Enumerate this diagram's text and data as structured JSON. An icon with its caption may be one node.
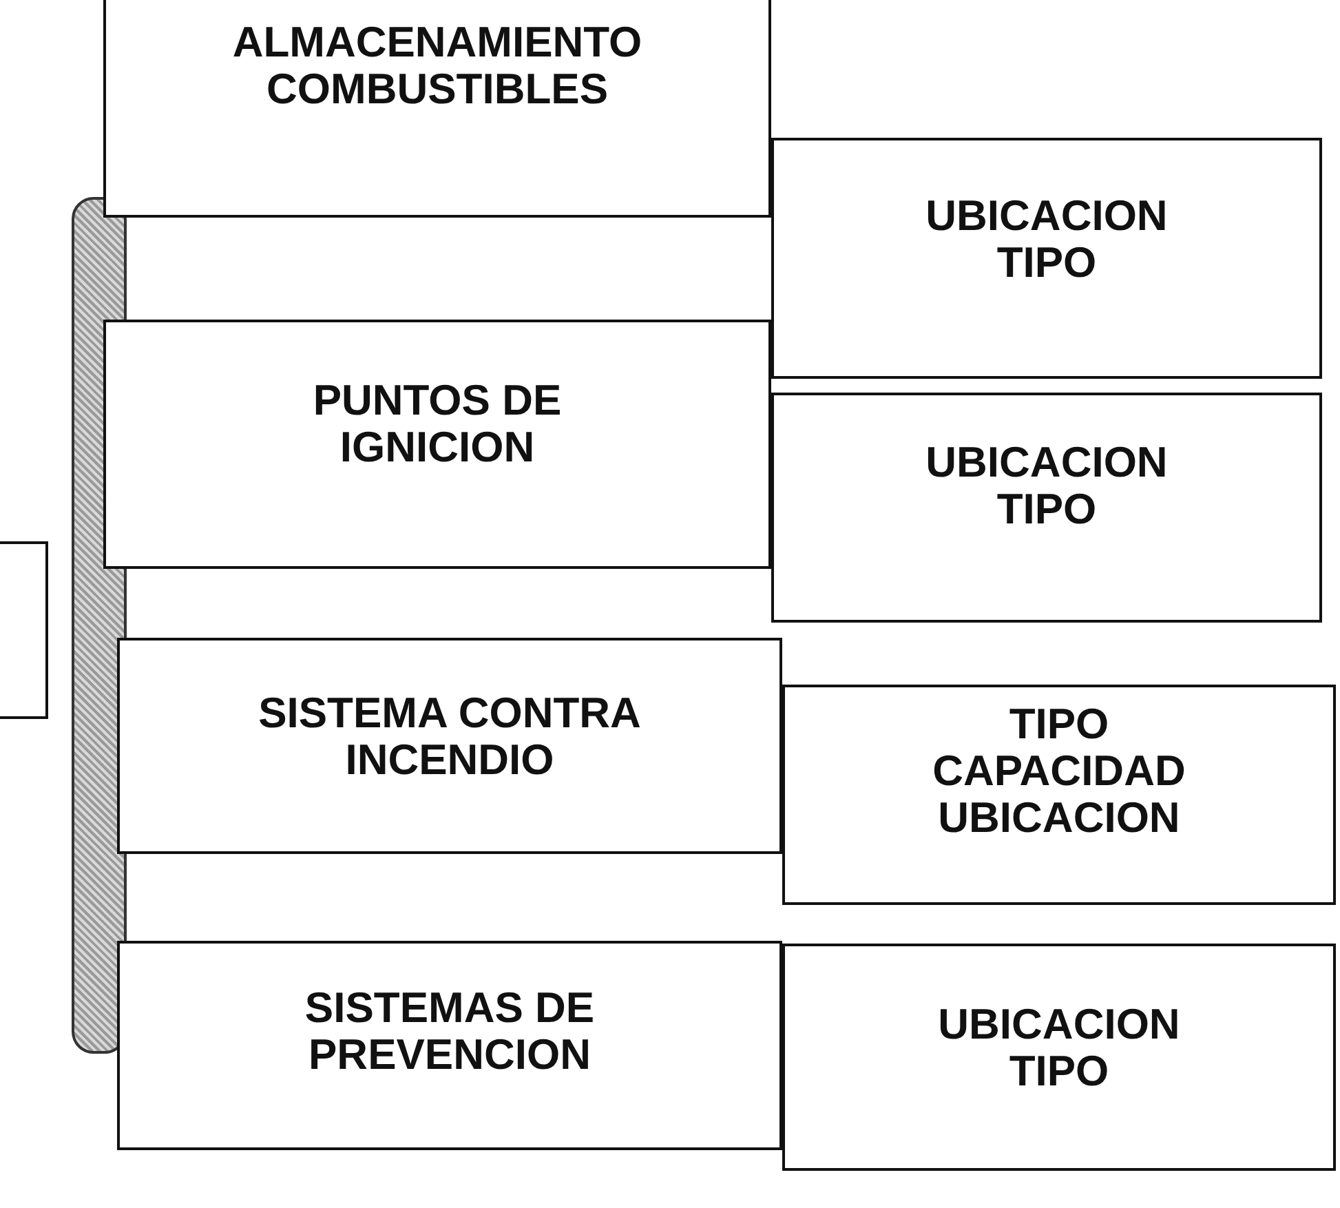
{
  "diagram": {
    "nodes": [
      {
        "text": [
          "ALMACENAMIENTO COMBUSTIBLES"
        ]
      },
      {
        "text": [
          "UBICACION TIPO"
        ]
      },
      {
        "text": [
          "PUNTOS DE IGNICION"
        ]
      },
      {
        "text": [
          "UBICACION TIPO"
        ]
      },
      {
        "text": [
          "SISTEMA CONTRA INCENDIO"
        ]
      },
      {
        "text": [
          "TIPO CAPACIDAD UBICACION"
        ]
      },
      {
        "text": [
          "SISTEMAS DE PREVENCION"
        ]
      },
      {
        "text": [
          "UBICACION TIPO"
        ]
      },
      {
        "text": [],
        "shape": "bar"
      },
      {
        "text": [],
        "shape": "box"
      }
    ]
  }
}
